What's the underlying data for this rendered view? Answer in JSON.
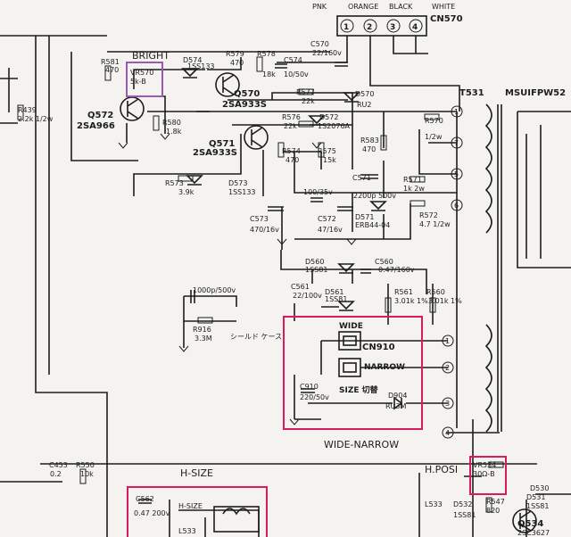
{
  "connector_cn570": {
    "title": "CN570",
    "pins": [
      "1",
      "2",
      "3",
      "4"
    ],
    "wire_colors": [
      "PNK",
      "ORANGE",
      "BLACK",
      "WHITE"
    ]
  },
  "transformer": {
    "name": "T531",
    "part": "MSUIFPW52"
  },
  "connector_cn910": {
    "title": "CN910",
    "pins": [
      "1",
      "2",
      "3",
      "4"
    ],
    "switch_wide": "WIDE",
    "switch_narrow": "NARROW",
    "size_label": "SIZE 切替"
  },
  "pin_markers": [
    "1",
    "7",
    "5",
    "6"
  ],
  "annotations": {
    "bright": {
      "text": "BRIGHT",
      "color": "#9b59b6"
    },
    "wide_narrow": {
      "text": "WIDE-NARROW",
      "color": "#d81b60"
    },
    "h_size": {
      "text": "H-SIZE",
      "color": "#d81b60"
    },
    "h_posi": {
      "text": "H.POSI",
      "color": "#d81b60"
    }
  },
  "components": {
    "vr570": {
      "name": "VR570",
      "value": "5k-B"
    },
    "r581": {
      "name": "R581",
      "value": "470"
    },
    "d574": {
      "name": "D574",
      "value": "1SS133"
    },
    "r579": {
      "name": "R579",
      "value": "470"
    },
    "r578": {
      "name": "R578",
      "value": "18k"
    },
    "c574": {
      "name": "C574",
      "value": "10/50v"
    },
    "c570": {
      "name": "C570",
      "value": "22/160v"
    },
    "d570": {
      "name": "D570",
      "value": "RU2"
    },
    "r577": {
      "name": "R577",
      "value": "22k"
    },
    "r576": {
      "name": "R576",
      "value": "22k"
    },
    "d572": {
      "name": "D572",
      "value": "1S2076A"
    },
    "r570": {
      "name": "R570",
      "value": "1/2w"
    },
    "r439": {
      "name": "R439",
      "value": "2.2k 1/2w"
    },
    "r580": {
      "name": "R580",
      "value": "1.8k"
    },
    "q570": {
      "name": "Q570",
      "value": "2SA933S"
    },
    "q571": {
      "name": "Q571",
      "value": "2SA933S"
    },
    "q572": {
      "name": "Q572",
      "value": "2SA966"
    },
    "r574": {
      "name": "R574",
      "value": "470"
    },
    "r575": {
      "name": "R575",
      "value": "15k"
    },
    "r583": {
      "name": "R583",
      "value": "470"
    },
    "r571": {
      "name": "R571",
      "value": "1k 2w"
    },
    "r573": {
      "name": "R573",
      "value": "3.9k"
    },
    "d573": {
      "name": "D573",
      "value": "1SS133"
    },
    "c571": {
      "name": "C571",
      "value": "2200p 500v"
    },
    "d571": {
      "name": "D571",
      "value": "ERB44-04"
    },
    "r572": {
      "name": "R572",
      "value": "4.7 1/2w"
    },
    "c573": {
      "name": "C573",
      "value": "470/16v"
    },
    "c572": {
      "name": "C572",
      "value": "47/16v"
    },
    "c5xx": {
      "name": "",
      "value": "100/35v"
    },
    "d560": {
      "name": "D560",
      "value": "1SS81"
    },
    "c560": {
      "name": "C560",
      "value": "0.47/160v"
    },
    "c561": {
      "name": "C561",
      "value": "22/100v"
    },
    "d561": {
      "name": "D561",
      "value": "1SS81"
    },
    "r561": {
      "name": "R561",
      "value": "3.01k 1%"
    },
    "r560": {
      "name": "R560",
      "value": "3.01k 1%"
    },
    "c_1000p": {
      "name": "",
      "value": "1000p/500v"
    },
    "r916": {
      "name": "R916",
      "value": "3.3M"
    },
    "shield": {
      "name": "",
      "value": "シールド ケース"
    },
    "c910": {
      "name": "C910",
      "value": "220/50v"
    },
    "d904": {
      "name": "D904",
      "value": "RU3M"
    },
    "c453": {
      "name": "C453",
      "value": "0.2"
    },
    "r550": {
      "name": "R550",
      "value": "10k"
    },
    "c562": {
      "name": "C562",
      "value": "0.47 200v"
    },
    "hsize_coil": {
      "name": "H-SIZE",
      "value": "L533"
    },
    "vr534": {
      "name": "VR534",
      "value": "30Ω-B"
    },
    "d530": {
      "name": "D530",
      "value": ""
    },
    "d532": {
      "name": "D532",
      "value": "1SS81"
    },
    "r547": {
      "name": "R547",
      "value": "820"
    },
    "q534": {
      "name": "Q534",
      "value": "2SC3627"
    },
    "l533": {
      "name": "L533",
      "value": ""
    },
    "d531": {
      "name": "D531",
      "value": "1SS81"
    }
  }
}
